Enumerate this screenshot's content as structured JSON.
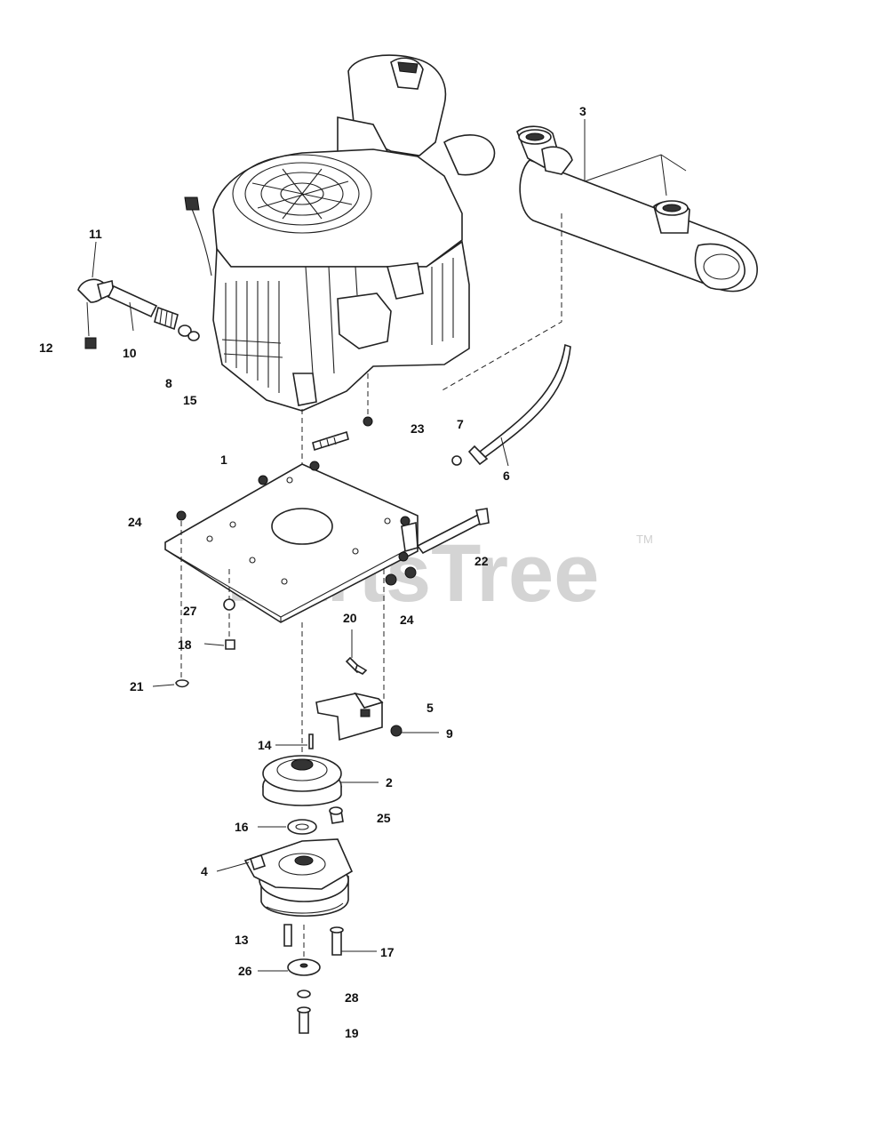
{
  "watermark": {
    "brand": "PartsTree",
    "trademark": "TM"
  },
  "callouts": [
    {
      "id": "c1",
      "text": "1"
    },
    {
      "id": "c2",
      "text": "2"
    },
    {
      "id": "c3",
      "text": "3"
    },
    {
      "id": "c4",
      "text": "4"
    },
    {
      "id": "c5",
      "text": "5"
    },
    {
      "id": "c6",
      "text": "6"
    },
    {
      "id": "c7",
      "text": "7"
    },
    {
      "id": "c8",
      "text": "8"
    },
    {
      "id": "c9",
      "text": "9"
    },
    {
      "id": "c10",
      "text": "10"
    },
    {
      "id": "c11",
      "text": "11"
    },
    {
      "id": "c12",
      "text": "12"
    },
    {
      "id": "c13",
      "text": "13"
    },
    {
      "id": "c14",
      "text": "14"
    },
    {
      "id": "c15",
      "text": "15"
    },
    {
      "id": "c16",
      "text": "16"
    },
    {
      "id": "c17",
      "text": "17"
    },
    {
      "id": "c18",
      "text": "18"
    },
    {
      "id": "c19",
      "text": "19"
    },
    {
      "id": "c20",
      "text": "20"
    },
    {
      "id": "c21",
      "text": "21"
    },
    {
      "id": "c22",
      "text": "22"
    },
    {
      "id": "c23",
      "text": "23"
    },
    {
      "id": "c24a",
      "text": "24"
    },
    {
      "id": "c24b",
      "text": "24"
    },
    {
      "id": "c25",
      "text": "25"
    },
    {
      "id": "c26",
      "text": "26"
    },
    {
      "id": "c27",
      "text": "27"
    },
    {
      "id": "c28",
      "text": "28"
    }
  ]
}
